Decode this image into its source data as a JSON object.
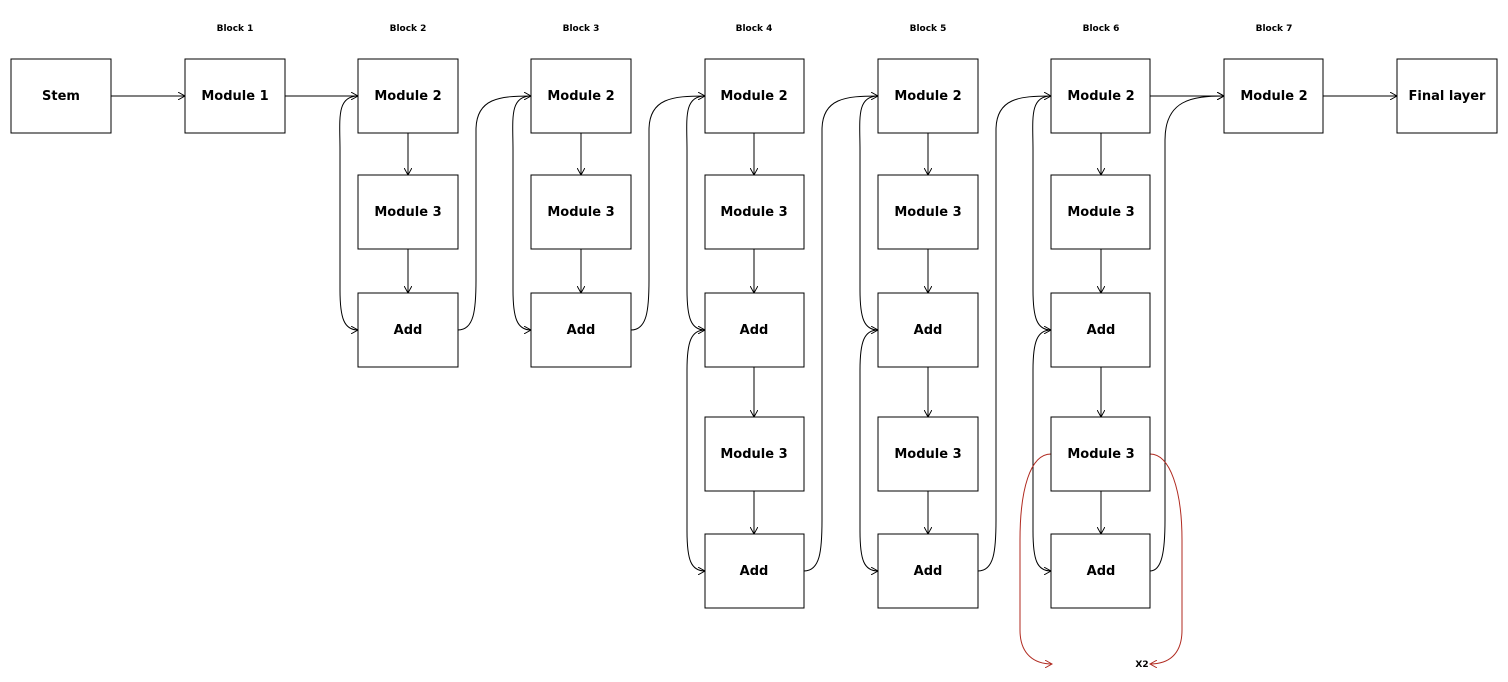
{
  "block_labels": [
    "Block 1",
    "Block 2",
    "Block 3",
    "Block 4",
    "Block 5",
    "Block 6",
    "Block 7"
  ],
  "nodes": {
    "stem": "Stem",
    "b1_m1": "Module 1",
    "b2_m2": "Module 2",
    "b2_m3": "Module 3",
    "b2_add": "Add",
    "b3_m2": "Module 2",
    "b3_m3": "Module 3",
    "b3_add": "Add",
    "b4_m2": "Module 2",
    "b4_m3a": "Module 3",
    "b4_add1": "Add",
    "b4_m3b": "Module 3",
    "b4_add2": "Add",
    "b5_m2": "Module 2",
    "b5_m3a": "Module 3",
    "b5_add1": "Add",
    "b5_m3b": "Module 3",
    "b5_add2": "Add",
    "b6_m2": "Module 2",
    "b6_m3a": "Module 3",
    "b6_add1": "Add",
    "b6_m3b": "Module 3",
    "b6_add2": "Add",
    "b7_m2": "Module 2",
    "final": "Final layer"
  },
  "repeat_label": "X2",
  "colors": {
    "line": "#000000",
    "repeat_loop": "#b0291f",
    "box_fill": "#ffffff",
    "box_stroke": "#000000"
  }
}
